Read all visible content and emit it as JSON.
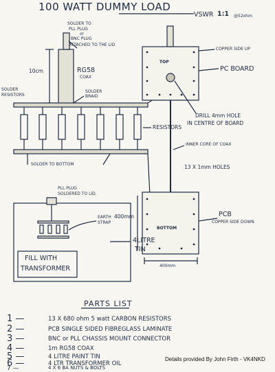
{
  "title": "100 WATT DUMMY LOAD",
  "vswr": {
    "label": "VSWR",
    "ratio": "1:1",
    "freq": "@52ohm"
  },
  "left_drawing": {
    "solder_note": [
      "SOLDER TO",
      "PLL PLUG",
      "or",
      "BNC PLUG",
      "ATTACHED TO THE LID"
    ],
    "height": "10cm",
    "coax": "RG58",
    "coax_sub": "COAX",
    "solder_braid": [
      "SOLDER",
      "BRAID"
    ],
    "solder_resistors": [
      "SOLDER",
      "RESISTORS"
    ],
    "resistors": "RESISTORS",
    "solder_bottom": "SOLDER TO BOTTOM"
  },
  "right_drawing": {
    "copper_up": "COPPER SIDE UP",
    "top": "TOP",
    "pc_board": "PC BOARD",
    "drill": [
      "DRILL 4mm HOLE",
      "IN CENTRE OF BOARD"
    ],
    "inner_core": "INNER CORE OF COAX",
    "holes": "13 X 1mm HOLES",
    "height": "400mm",
    "pcb": "PCB",
    "copper_down": "COPPER SIDE DOWN",
    "bottom": "BOTTOM",
    "width": "400mm"
  },
  "tin_drawing": {
    "pll_plug": [
      "PLL PLUG",
      "SOLDERED TO LID."
    ],
    "earth_strap": [
      "EARTH",
      "STRAP"
    ],
    "tin": [
      "4LITRE",
      "TIN"
    ],
    "fill": [
      "FILL WITH",
      "TRANSFORMER"
    ]
  },
  "parts_list": {
    "title": "PARTS LIST",
    "items": [
      {
        "num": "1 —",
        "desc": "13 X 680 ohm 5 watt CARBON RESISTORS"
      },
      {
        "num": "2 —",
        "desc": "PCB SINGLE SIDED FIBREGLASS LAMINATE"
      },
      {
        "num": "3 —",
        "desc": "BNC or PLL CHASSIS MOUNT CONNECTOR"
      },
      {
        "num": "4 —",
        "desc": "1m RG58 COAX"
      },
      {
        "num": "5 —",
        "desc": "4 LITRE PAINT TIN"
      },
      {
        "num": "6 —",
        "desc": "4 LTR TRANSFORMER OIL"
      },
      {
        "num": "7 —",
        "desc": "4 X 6 BA NUTS & BOLTS"
      }
    ]
  },
  "credit": "Details provided By John Firth - VK4NKD"
}
